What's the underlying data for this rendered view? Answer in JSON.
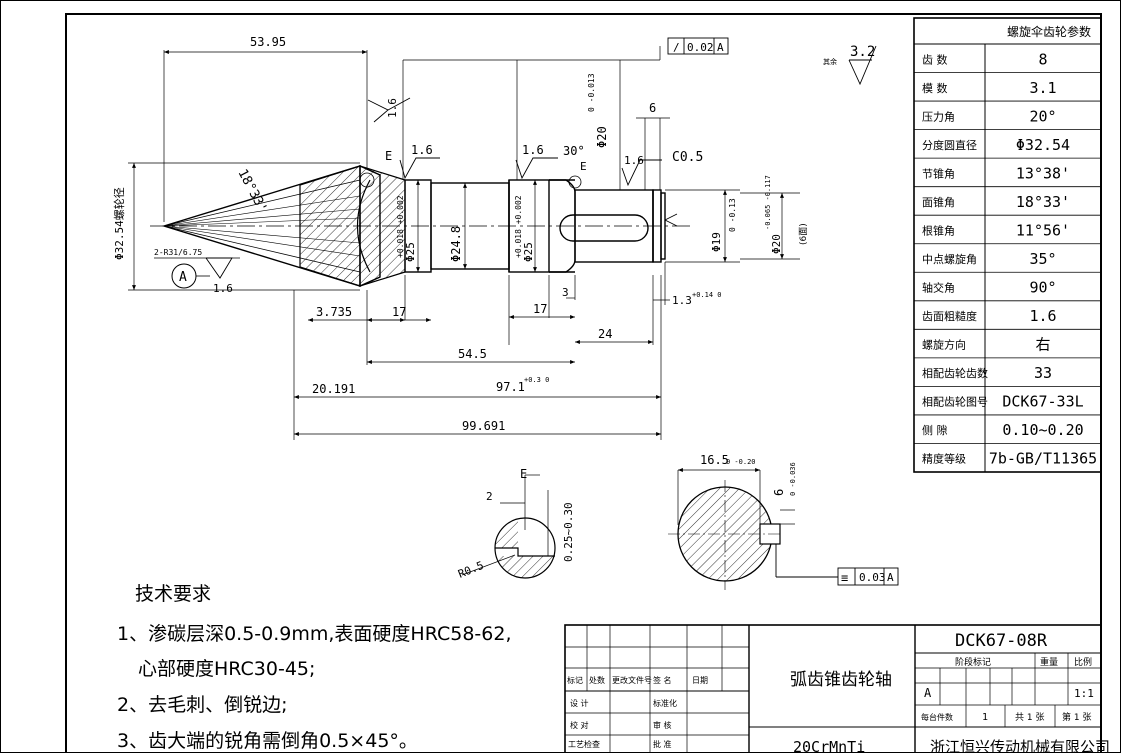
{
  "dimensions": {
    "d_53_95": "53.95",
    "d_16_a": "1.6",
    "d_16_b": "1.6",
    "d_16_c": "1.6",
    "d_16_d": "1.6",
    "d_16_e": "1.6",
    "angle_18_33": "18°33'",
    "angle_30": "30°",
    "d_20_top": "Φ20",
    "d_20_tol": "0 -0.013",
    "d_6": "6",
    "c05": "C0.5",
    "pitch_dia": "Φ32.54螺轮径",
    "d_25_a": "Φ25",
    "d_25_a_tol": "+0.018 +0.002",
    "d_248": "Φ24.8",
    "d_25_b": "Φ25",
    "d_25_b_tol": "+0.018 +0.002",
    "d_19": "Φ19",
    "d_19_tol": "0 -0.13",
    "d_20_right": "Φ20",
    "d_20_right_tol": "-0.065 -0.117",
    "d_20_note": "(6面)",
    "r31": "2-R31/6.75",
    "datum_a": "A",
    "label_e": "E",
    "label_e2": "E",
    "d_3735": "3.735",
    "d_17a": "17",
    "d_17b": "17",
    "d_3": "3",
    "d_13": "1.3",
    "d_13_tol": "+0.14 0",
    "d_24": "24",
    "d_545": "54.5",
    "d_20191": "20.191",
    "d_971": "97.1",
    "d_971_tol": "+0.3 0",
    "d_99691": "99.691",
    "tol_top_sym": "/",
    "tol_top_val": "0.02",
    "tol_top_ref": "A",
    "roughness_top": "3.2",
    "roughness_prefix": "其余",
    "detail_e": "E",
    "detail_2": "2",
    "detail_r05": "R0.5",
    "detail_025": "0.25~0.30",
    "sect_165": "16.5",
    "sect_165_tol": "0 -0.20",
    "sect_6": "6",
    "sect_6_tol": "0 -0.036",
    "tol_sym_sym": "≡",
    "tol_sym_val": "0.03",
    "tol_sym_ref": "A"
  },
  "param_table": {
    "title": "螺旋伞齿轮参数",
    "rows": [
      {
        "label": "齿  数",
        "value": "8"
      },
      {
        "label": "模  数",
        "value": "3.1"
      },
      {
        "label": "压力角",
        "value": "20°"
      },
      {
        "label": "分度圆直径",
        "value": "Φ32.54"
      },
      {
        "label": "节锥角",
        "value": "13°38'"
      },
      {
        "label": "面锥角",
        "value": "18°33'"
      },
      {
        "label": "根锥角",
        "value": "11°56'"
      },
      {
        "label": "中点螺旋角",
        "value": "35°"
      },
      {
        "label": "轴交角",
        "value": "90°"
      },
      {
        "label": "齿面粗糙度",
        "value": "1.6"
      },
      {
        "label": "螺旋方向",
        "value": "右"
      },
      {
        "label": "相配齿轮齿数",
        "value": "33"
      },
      {
        "label": "相配齿轮图号",
        "value": "DCK67-33L"
      },
      {
        "label": "侧  隙",
        "value": "0.10~0.20"
      },
      {
        "label": "精度等级",
        "value": "7b-GB/T11365"
      }
    ]
  },
  "requirements": {
    "title": "技术要求",
    "line1": "1、渗碳层深0.5-0.9mm,表面硬度HRC58-62,",
    "line2": "心部硬度HRC30-45;",
    "line3": "2、去毛刺、倒锐边;",
    "line4": "3、齿大端的锐角需倒角0.5×45°。"
  },
  "title_block": {
    "part_name": "弧齿锥齿轮轴",
    "drawing_no": "DCK67-08R",
    "material": "20CrMnTi",
    "company": "浙江恒兴传动机械有限公司",
    "stage_mark": "阶段标记",
    "weight": "重量",
    "scale_label": "比例",
    "stage_value": "A",
    "scale_value": "1:1",
    "col_mark": "标记",
    "col_count": "处数",
    "col_doc": "更改文件号",
    "col_sign": "签  名",
    "col_date": "日期",
    "design": "设  计",
    "standard": "标准化",
    "check": "校  对",
    "review": "审  核",
    "process": "工艺检查",
    "approve": "批  准",
    "sheets_label": "每台件数",
    "sheets_count": "1",
    "total_sheets": "共 1 张",
    "sheet_no": "第 1 张"
  }
}
